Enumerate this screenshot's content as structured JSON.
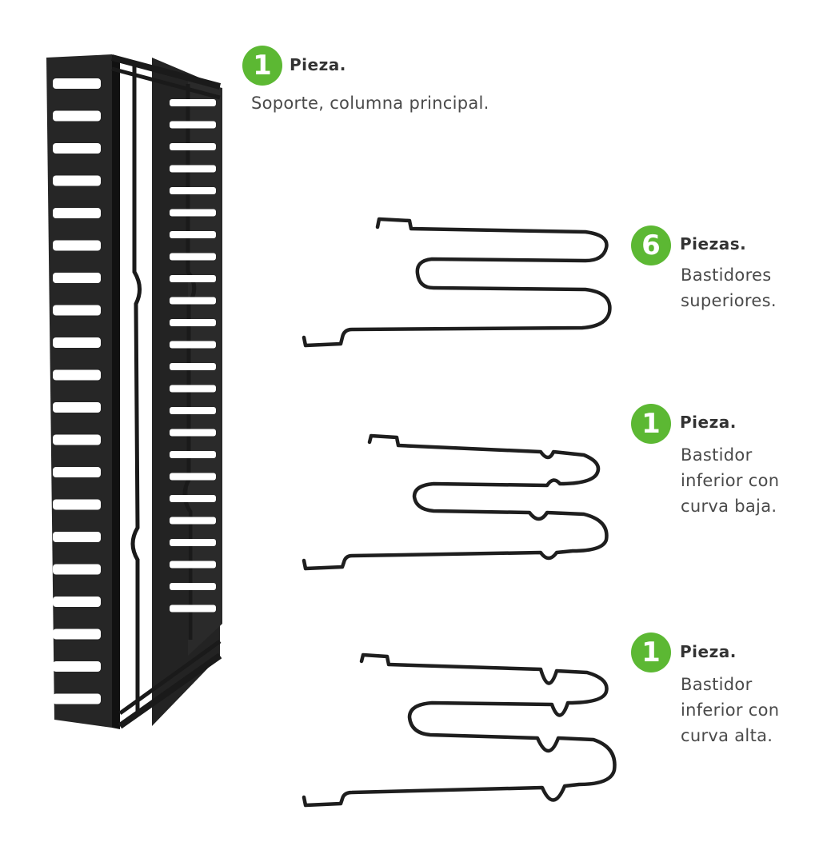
{
  "accent_color": "#5cb833",
  "text_color": "#4a4a4a",
  "items": [
    {
      "count": "1",
      "qty_label": "Pieza.",
      "description": "Soporte, columna principal."
    },
    {
      "count": "6",
      "qty_label": "Piezas.",
      "description": "Bastidores\nsuperiores."
    },
    {
      "count": "1",
      "qty_label": "Pieza.",
      "description": "Bastidor\ninferior con\ncurva baja."
    },
    {
      "count": "1",
      "qty_label": "Pieza.",
      "description": "Bastidor\ninferior con\ncurva alta."
    }
  ],
  "icons": [
    "main-column-rack-icon",
    "upper-frame-icon",
    "lower-frame-low-curve-icon",
    "lower-frame-high-curve-icon"
  ]
}
